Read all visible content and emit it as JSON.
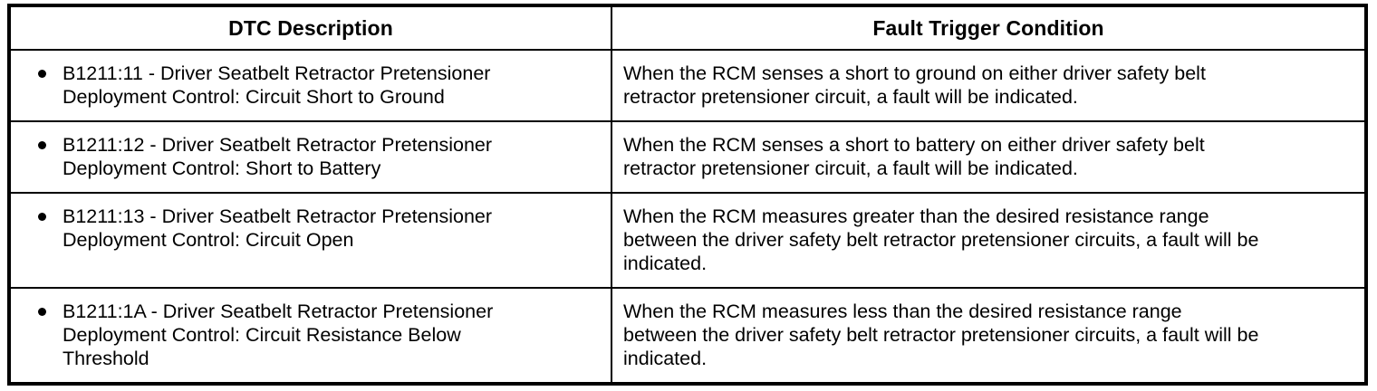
{
  "table": {
    "columns": [
      {
        "key": "dtc",
        "label": "DTC Description"
      },
      {
        "key": "condition",
        "label": "Fault Trigger Condition"
      }
    ],
    "bullet_glyph": "filled-circle",
    "border_color": "#000000",
    "text_color": "#000000",
    "background_color": "#ffffff",
    "rows": [
      {
        "dtc": "B1211:11 - Driver Seatbelt Retractor Pretensioner\nDeployment Control: Circuit Short to Ground",
        "condition": "When the RCM senses a short to ground on either driver safety belt\nretractor pretensioner circuit, a fault will be indicated."
      },
      {
        "dtc": "B1211:12 - Driver Seatbelt Retractor Pretensioner\nDeployment Control: Short to Battery",
        "condition": "When the RCM senses a short to battery on either driver safety belt\nretractor pretensioner circuit, a fault will be indicated."
      },
      {
        "dtc": "B1211:13 - Driver Seatbelt Retractor Pretensioner\nDeployment Control: Circuit Open",
        "condition": "When the RCM measures greater than the desired resistance range\nbetween the driver safety belt retractor pretensioner circuits, a fault will be\nindicated."
      },
      {
        "dtc": "B1211:1A - Driver Seatbelt Retractor Pretensioner\nDeployment Control: Circuit Resistance Below\nThreshold",
        "condition": "When the RCM measures less than the desired resistance range\nbetween the driver safety belt retractor pretensioner circuits, a fault will be\nindicated."
      }
    ]
  }
}
